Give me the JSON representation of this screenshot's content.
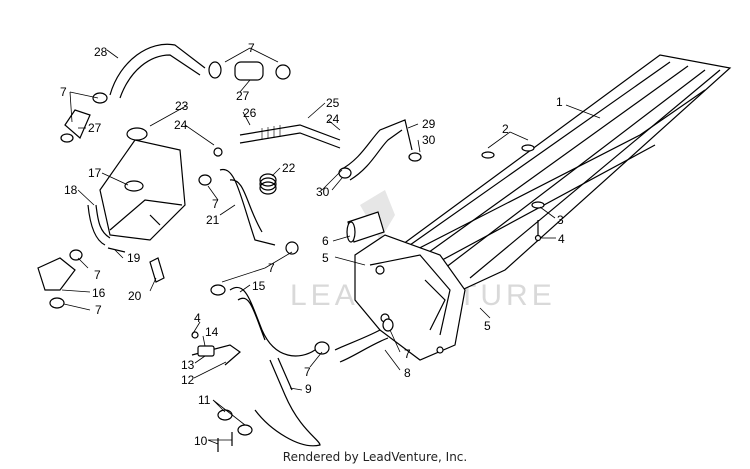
{
  "watermark": "LEADVENTURE",
  "credit": "Rendered by LeadVenture, Inc.",
  "callouts": {
    "c1": "1",
    "c2": "2",
    "c3": "3",
    "c4a": "4",
    "c4b": "4",
    "c5a": "5",
    "c5b": "5",
    "c6": "6",
    "c7a": "7",
    "c7b": "7",
    "c7c": "7",
    "c7d": "7",
    "c7e": "7",
    "c7f": "7",
    "c7g": "7",
    "c7h": "7",
    "c7i": "7",
    "c8": "8",
    "c9": "9",
    "c10": "10",
    "c11": "11",
    "c12": "12",
    "c13": "13",
    "c14": "14",
    "c15": "15",
    "c16": "16",
    "c17": "17",
    "c18": "18",
    "c19": "19",
    "c20": "20",
    "c21": "21",
    "c22": "22",
    "c23": "23",
    "c24a": "24",
    "c24b": "24",
    "c25": "25",
    "c26": "26",
    "c27a": "27",
    "c27b": "27",
    "c28": "28",
    "c29": "29",
    "c30a": "30",
    "c30b": "30"
  }
}
